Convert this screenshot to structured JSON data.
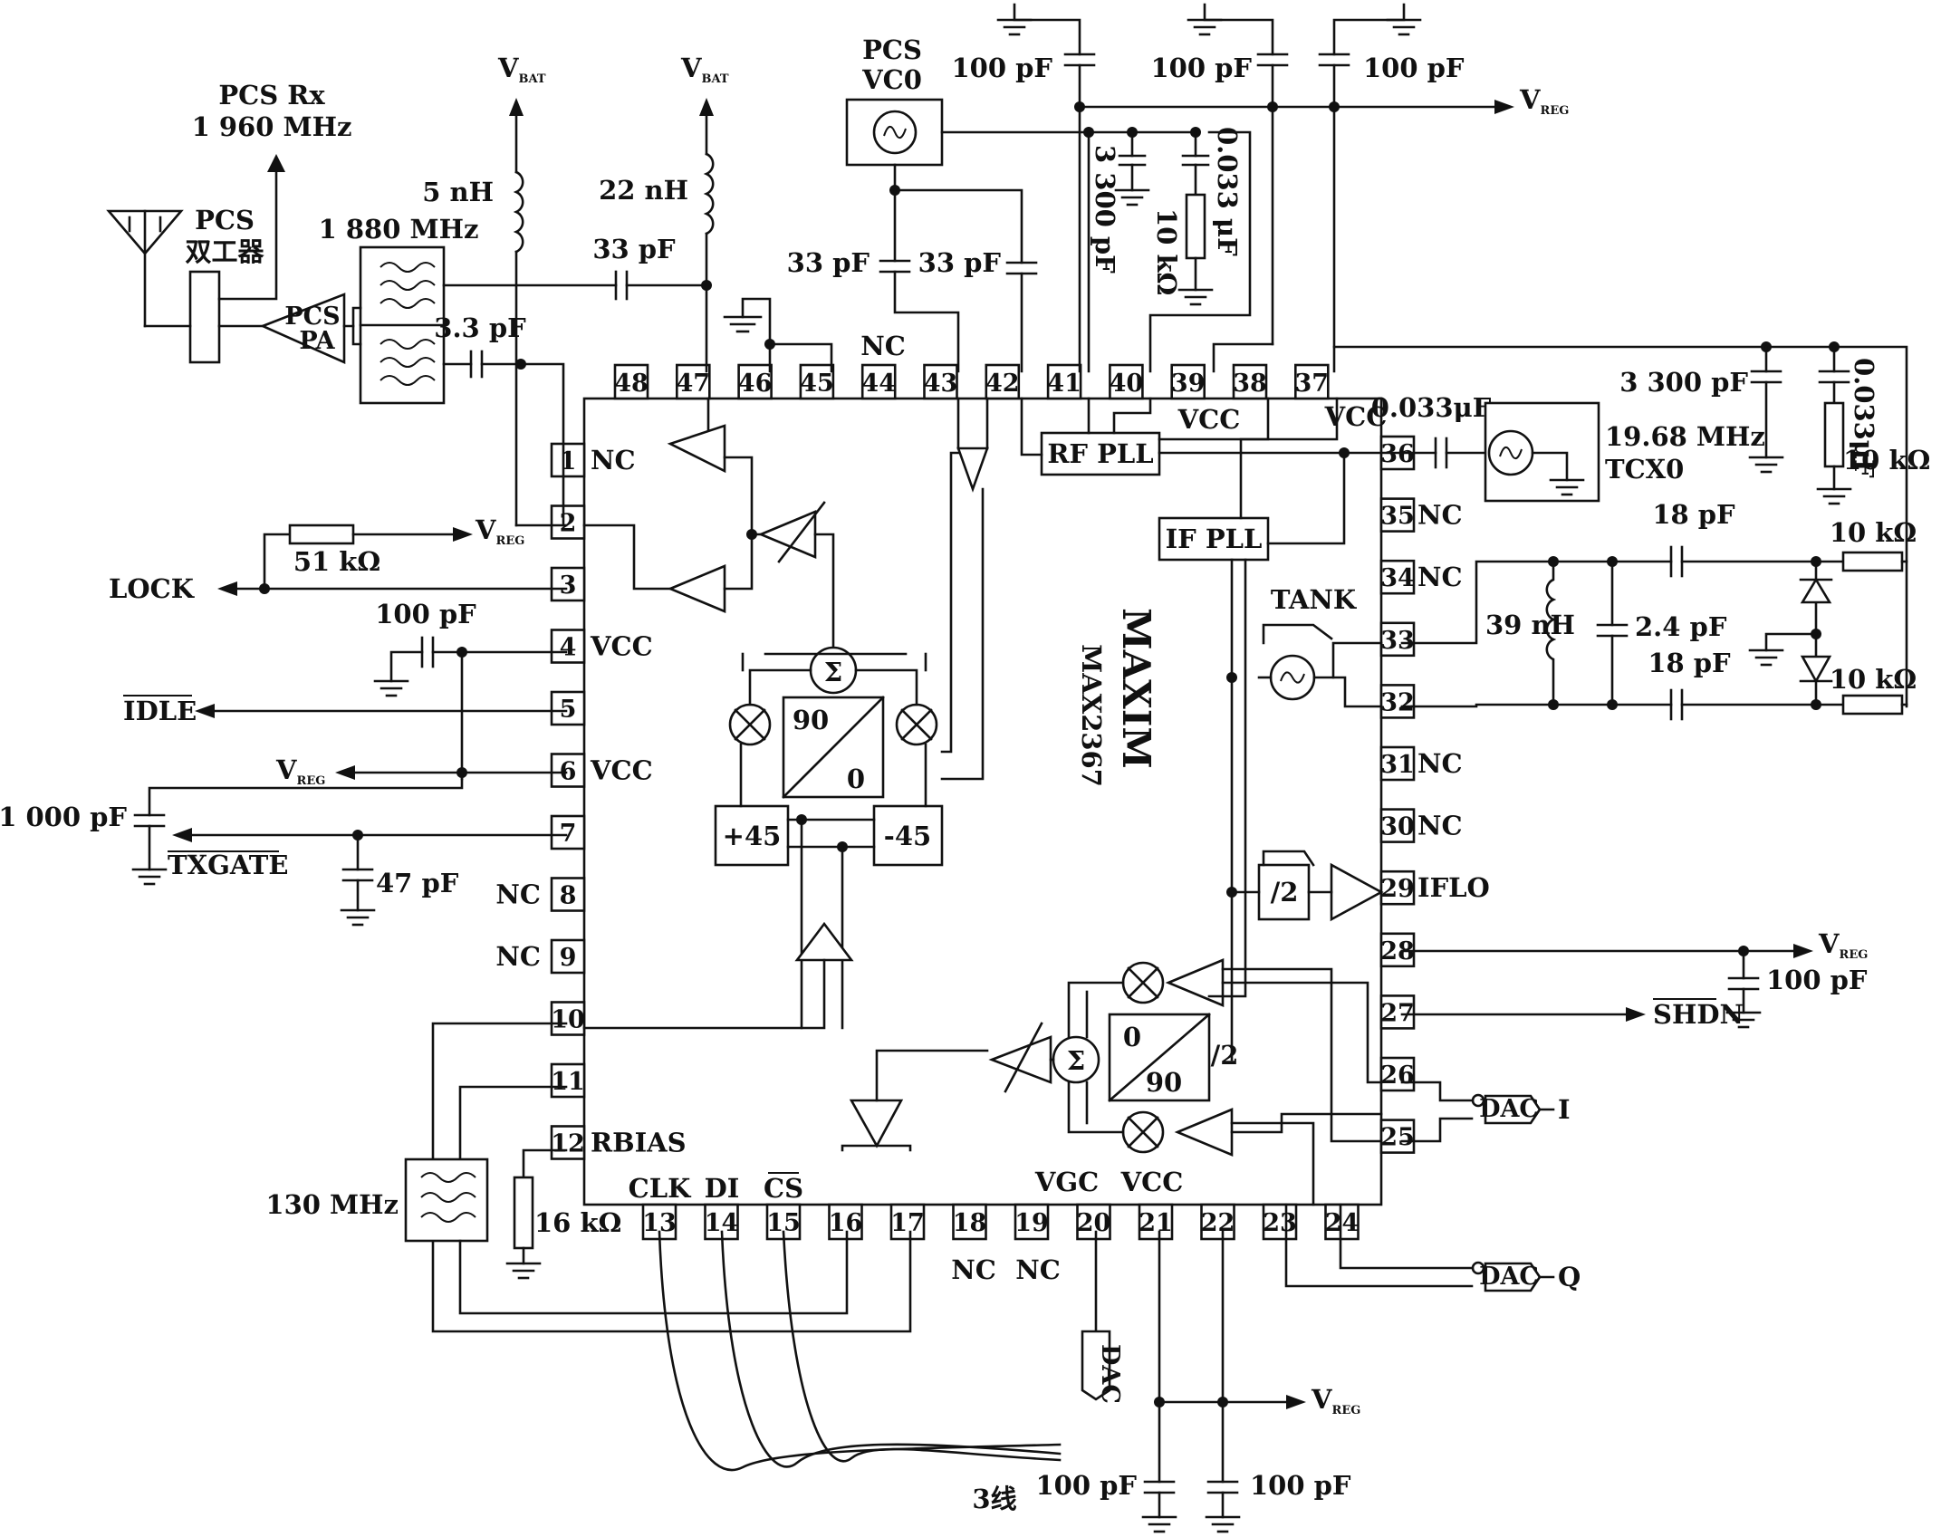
{
  "chip": {
    "brand": "MAXIM",
    "part": "MAX2367",
    "pins_top": [
      "48",
      "47",
      "46",
      "45",
      "44",
      "43",
      "42",
      "41",
      "40",
      "39",
      "38",
      "37"
    ],
    "pins_left": [
      {
        "num": "1",
        "label": "NC"
      },
      {
        "num": "2",
        "label": ""
      },
      {
        "num": "3",
        "label": ""
      },
      {
        "num": "4",
        "label": "VCC"
      },
      {
        "num": "5",
        "label": ""
      },
      {
        "num": "6",
        "label": "VCC"
      },
      {
        "num": "7",
        "label": ""
      },
      {
        "num": "8",
        "label": "NC"
      },
      {
        "num": "9",
        "label": "NC"
      },
      {
        "num": "10",
        "label": ""
      },
      {
        "num": "11",
        "label": ""
      },
      {
        "num": "12",
        "label": "RBIAS"
      }
    ],
    "pins_right": [
      {
        "num": "36",
        "label": ""
      },
      {
        "num": "35",
        "label": "NC"
      },
      {
        "num": "34",
        "label": "NC"
      },
      {
        "num": "33",
        "label": ""
      },
      {
        "num": "32",
        "label": ""
      },
      {
        "num": "31",
        "label": "NC"
      },
      {
        "num": "30",
        "label": "NC"
      },
      {
        "num": "29",
        "label": "IFLO"
      },
      {
        "num": "28",
        "label": ""
      },
      {
        "num": "27",
        "label": ""
      },
      {
        "num": "26",
        "label": ""
      },
      {
        "num": "25",
        "label": ""
      }
    ],
    "pins_bottom": [
      "13",
      "14",
      "15",
      "16",
      "17",
      "18",
      "19",
      "20",
      "21",
      "22",
      "23",
      "24"
    ],
    "bottom_inside_labels": [
      "CLK",
      "DI",
      "CS",
      "VGC",
      "VCC"
    ],
    "bottom_outside_labels": [
      "NC",
      "NC"
    ],
    "top_outside_label": "NC",
    "inner": {
      "rf_pll": "RF PLL",
      "if_pll": "IF PLL",
      "vcc_top": "VCC",
      "vcc_right": "VCC",
      "tank": "TANK",
      "ph_90": "90",
      "ph_0": "0",
      "ph2_0": "0",
      "ph2_90": "90",
      "plus45": "+45",
      "minus45": "-45",
      "div2_a": "/2",
      "div2_b": "/2",
      "sigma_a": "Σ",
      "sigma_b": "Σ"
    }
  },
  "labels": {
    "pcs_rx": "PCS Rx",
    "pcs_rx_freq": "1 960 MHz",
    "pcs": "PCS",
    "duplexer": "双工器",
    "filt_1880": "1 880 MHz",
    "pcs_pa_1": "PCS",
    "pcs_pa_2": "PA",
    "vbat_1": "V",
    "vbat_1_sub": "BAT",
    "vbat_2": "V",
    "vbat_2_sub": "BAT",
    "l_5nh": "5 nH",
    "l_22nh": "22 nH",
    "c_33pf_a": "33 pF",
    "c_3_3pf": "3.3 pF",
    "pcs_vco_1": "PCS",
    "pcs_vco_2": "VC0",
    "c_33pf_b": "33 pF",
    "c_33pf_c": "33 pF",
    "c_100pf_t1": "100 pF",
    "c_100pf_t2": "100 pF",
    "c_100pf_t3": "100 pF",
    "vreg_top": "V",
    "vreg_top_sub": "REG",
    "c_3300pf_top": "3 300 pF",
    "c_0033_top": "0.033 μF",
    "r_10k_top": "10 kΩ",
    "c_0033_tcxo": "0.033μF",
    "tcxo_freq": "19.68 MHz",
    "tcxo": "TCX0",
    "c_3300pf_r": "3 300 pF",
    "c_0033_r": "0.033μF",
    "r_10k_r": "10 kΩ",
    "c_18pf_a": "18 pF",
    "r_10k_a": "10 kΩ",
    "l_39nh": "39 nH",
    "c_2_4pf": "2.4 pF",
    "c_18pf_b": "18 pF",
    "r_10k_b": "10 kΩ",
    "vreg_51k": "V",
    "vreg_51k_sub": "REG",
    "r_51k": "51 kΩ",
    "lock": "LOCK",
    "c_100pf_p4": "100 pF",
    "idle": "IDLE",
    "vreg_p6": "V",
    "vreg_p6_sub": "REG",
    "c_1000pf": "1 000 pF",
    "txgate": "TXGATE",
    "c_47pf": "47 pF",
    "filt_130": "130 MHz",
    "r_16k": "16 kΩ",
    "vreg_p28": "V",
    "vreg_p28_sub": "REG",
    "c_100pf_p28": "100 pF",
    "shdn": "SHDN",
    "dac_i": "DAC",
    "i_out": "I",
    "dac_q": "DAC",
    "q_out": "Q",
    "dac_vgc": "DAC",
    "vreg_bot": "V",
    "vreg_bot_sub": "REG",
    "c_100pf_b1": "100 pF",
    "c_100pf_b2": "100 pF",
    "three_wire": "3线"
  }
}
